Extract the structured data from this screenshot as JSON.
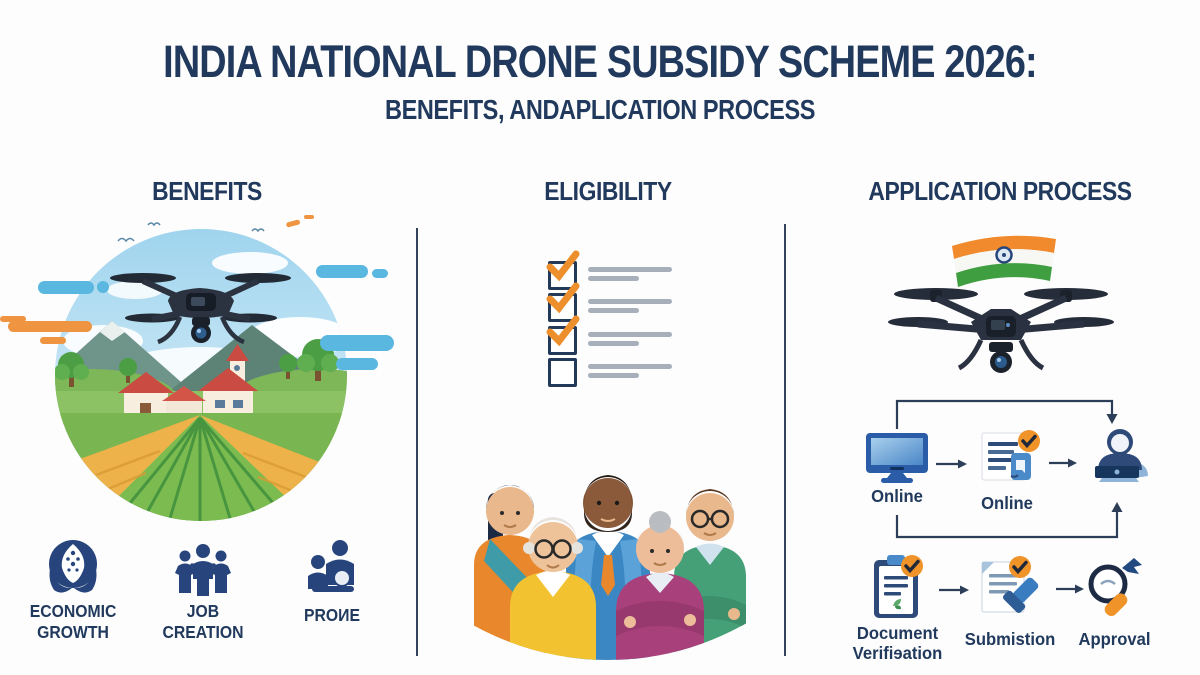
{
  "title": "INDIA NATIONAL DRONE SUBSIDY SCHEME 2026:",
  "subtitle": "BENEFITS, ANDAPLICATION PROCESS",
  "benefits": {
    "header": "BENEFITS",
    "illustration": "drone-over-farm-illustration",
    "items": [
      {
        "icon": "economic-growth-icon",
        "label": "ECONOMIC\nGROWTH"
      },
      {
        "icon": "job-creation-icon",
        "label": "JOB\nCREATION"
      },
      {
        "icon": "community-icon",
        "label": "PROИE"
      }
    ]
  },
  "eligibility": {
    "header": "ELIGIBILITY",
    "checklist": [
      {
        "checked": true
      },
      {
        "checked": true
      },
      {
        "checked": true
      },
      {
        "checked": false
      }
    ],
    "illustration": "diverse-people-group-illustration"
  },
  "application": {
    "header": "APPLICATION PROCESS",
    "illustrations": [
      "indian-flag-icon",
      "drone-icon"
    ],
    "row1": [
      {
        "icon": "computer-monitor-icon",
        "label": "Online"
      },
      {
        "icon": "online-application-icon",
        "label": "Online"
      },
      {
        "icon": "applicant-laptop-icon",
        "label": ""
      }
    ],
    "row2": [
      {
        "icon": "document-verification-icon",
        "label": "Document\nVerifiɘation"
      },
      {
        "icon": "submission-icon",
        "label": "Submistion"
      },
      {
        "icon": "approval-icon",
        "label": "Approval"
      }
    ]
  },
  "colors": {
    "navy_text": "#20395c",
    "icon_navy": "#27457c",
    "accent_orange": "#ef9329",
    "sky_blue": "#59b7e0",
    "flag_saffron": "#f08a2d",
    "flag_green": "#3f9e3f"
  }
}
